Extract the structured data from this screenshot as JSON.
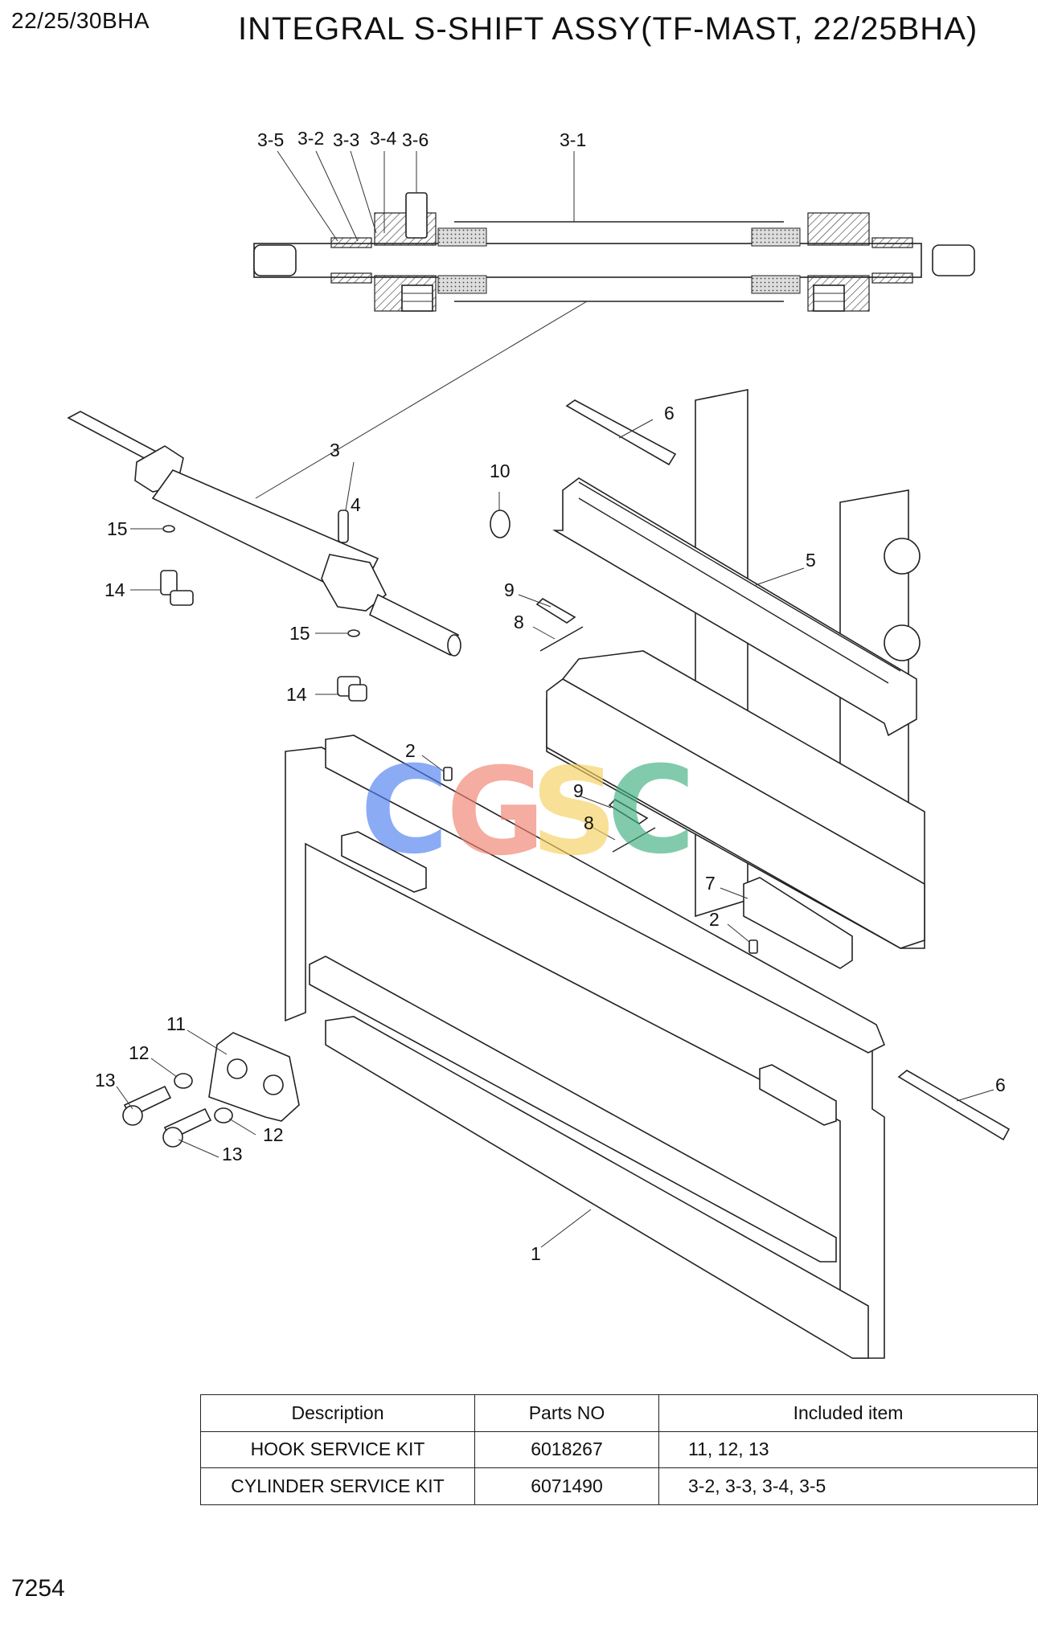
{
  "header": {
    "model": "22/25/30BHA",
    "title": "INTEGRAL S-SHIFT ASSY(TF-MAST, 22/25BHA)"
  },
  "page_number": "7254",
  "watermark": {
    "text": "CGSC",
    "colors": [
      "#4f7ff0",
      "#f08070",
      "#f5d060",
      "#3fb080"
    ]
  },
  "callouts": {
    "c3_5": "3-5",
    "c3_2": "3-2",
    "c3_3": "3-3",
    "c3_4": "3-4",
    "c3_6": "3-6",
    "c3_1": "3-1",
    "c3": "3",
    "c4": "4",
    "c6a": "6",
    "c6b": "6",
    "c5": "5",
    "c10": "10",
    "c9a": "9",
    "c8a": "8",
    "c9b": "9",
    "c8b": "8",
    "c7": "7",
    "c2a": "2",
    "c2b": "2",
    "c15a": "15",
    "c14a": "14",
    "c15b": "15",
    "c14b": "14",
    "c11": "11",
    "c12a": "12",
    "c12b": "12",
    "c13a": "13",
    "c13b": "13",
    "c1": "1"
  },
  "kit_table": {
    "headers": [
      "Description",
      "Parts NO",
      "Included item"
    ],
    "rows": [
      {
        "description": "HOOK SERVICE KIT",
        "parts_no": "6018267",
        "included": "11, 12, 13"
      },
      {
        "description": "CYLINDER SERVICE KIT",
        "parts_no": "6071490",
        "included": "3-2, 3-3, 3-4, 3-5"
      }
    ]
  }
}
